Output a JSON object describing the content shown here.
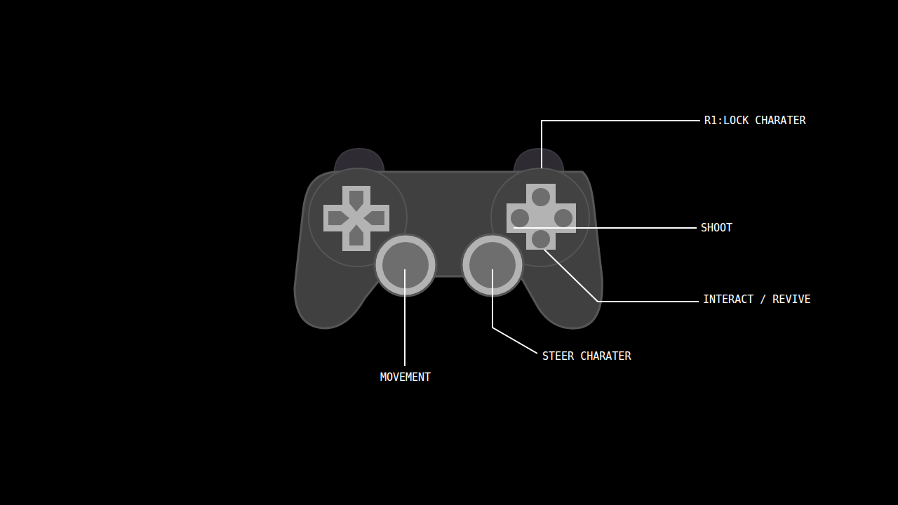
{
  "diagram": {
    "labels": [
      "R1:LOCK CHARATER",
      "SHOOT",
      "INTERACT / REVIVE",
      "STEER CHARATER",
      "MOVEMENT"
    ]
  }
}
